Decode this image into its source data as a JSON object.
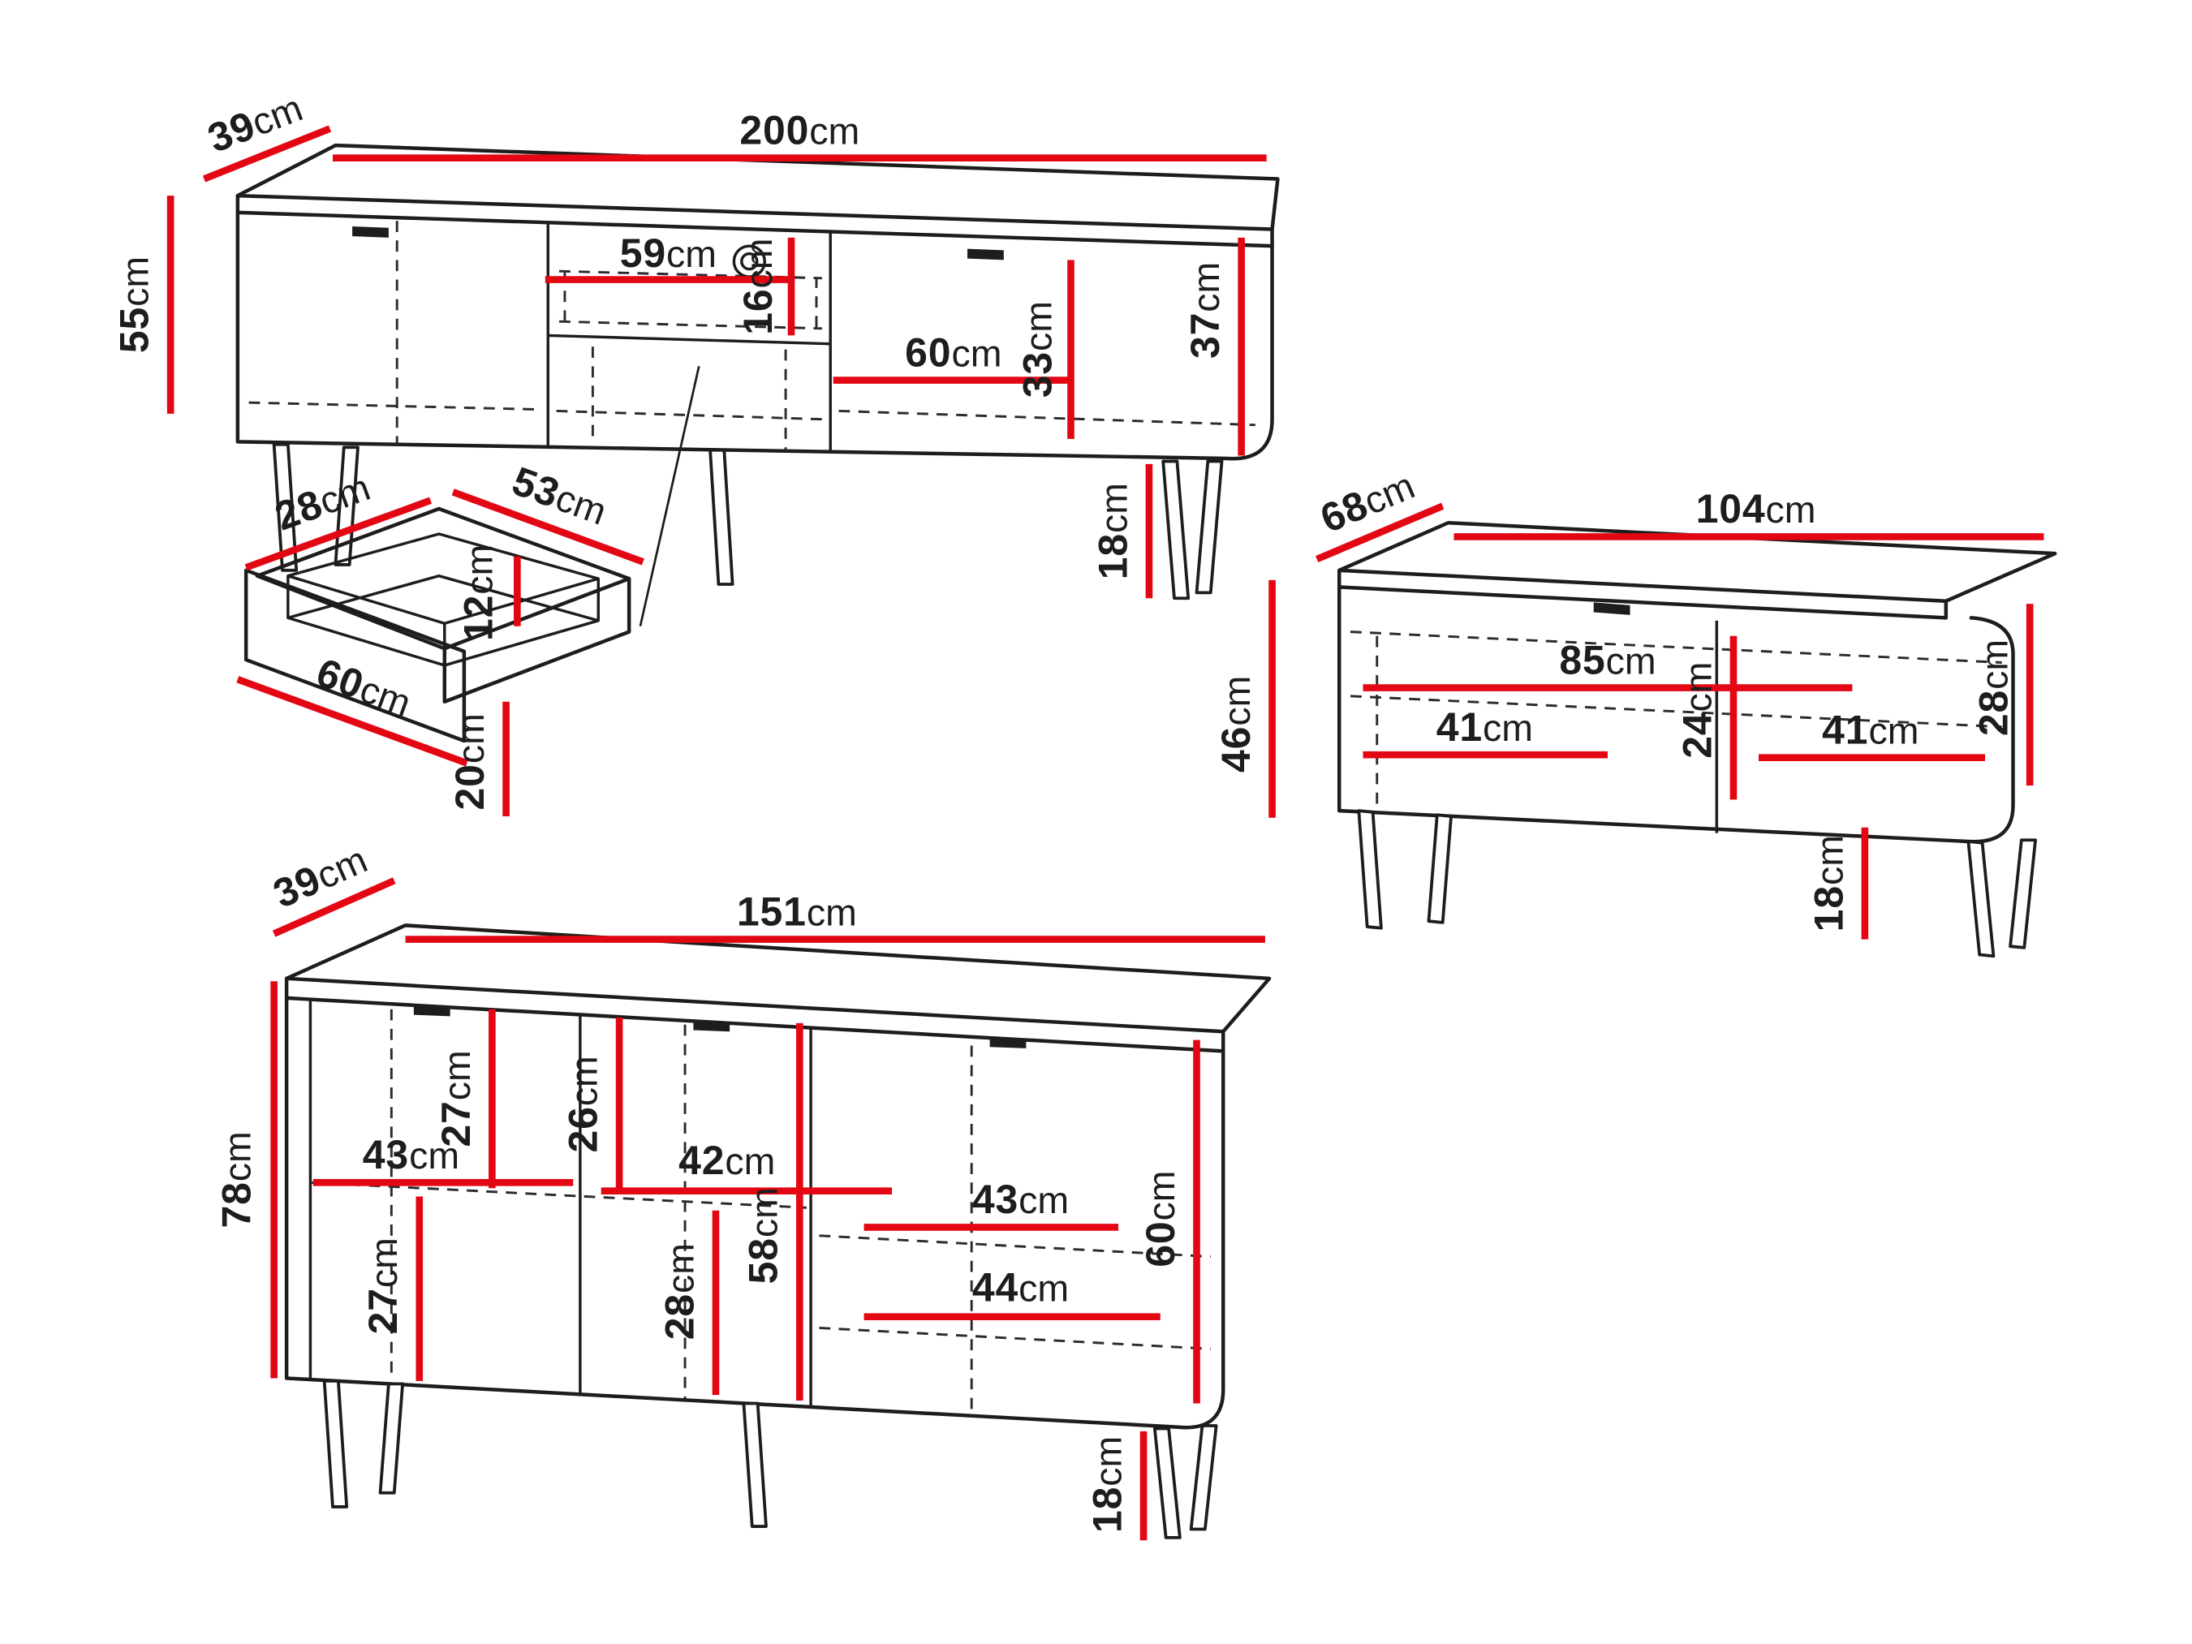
{
  "unit": "cm",
  "colors": {
    "dimension_red": "#e30613",
    "outline_black": "#1d1d1b",
    "background": "#ffffff"
  },
  "pieces": {
    "tv_stand": {
      "label": "TV stand",
      "dims": {
        "depth": "39",
        "width": "200",
        "height": "55",
        "niche_width": "59",
        "niche_height": "16",
        "shelf_width": "60",
        "compartment_height": "33",
        "side_height": "37",
        "leg_height": "18"
      }
    },
    "drawer": {
      "label": "Drawer",
      "dims": {
        "depth": "28",
        "width": "53",
        "inner_height": "12",
        "front_width": "60",
        "front_height": "20"
      }
    },
    "coffee_table": {
      "label": "Coffee table",
      "dims": {
        "depth": "68",
        "width": "104",
        "height": "46",
        "inner_width": "85",
        "left_width": "41",
        "inner_height": "24",
        "right_width": "41",
        "side_height": "28",
        "leg_height": "18"
      }
    },
    "sideboard": {
      "label": "Sideboard",
      "dims": {
        "depth": "39",
        "width": "151",
        "height": "78",
        "upper_left_height": "27",
        "upper_middle_height": "26",
        "left_width": "43",
        "middle_width": "42",
        "right_upper_width": "43",
        "lower_left_height": "27",
        "lower_middle_height": "28",
        "middle_inner_height": "58",
        "right_lower_width": "44",
        "right_inner_height": "60",
        "leg_height": "18"
      }
    }
  }
}
